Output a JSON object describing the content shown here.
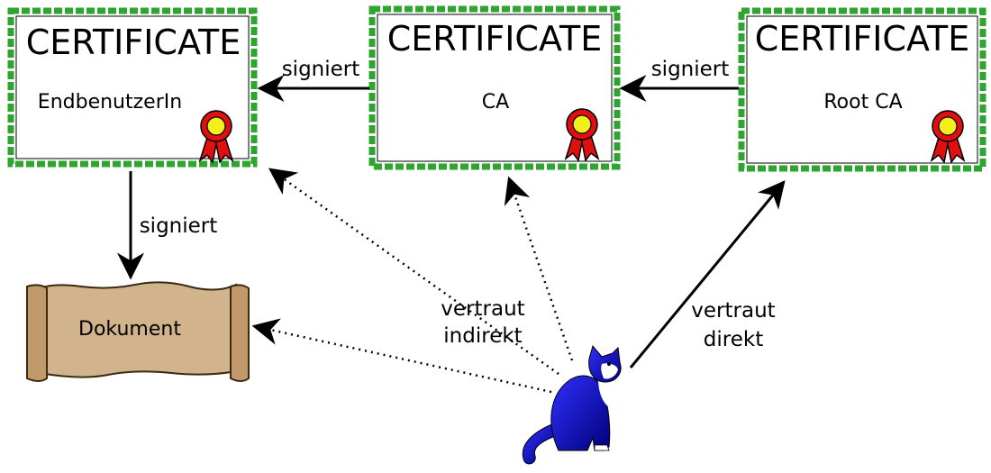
{
  "certificates": [
    {
      "title": "CERTIFICATE",
      "name": "EndbenutzerIn"
    },
    {
      "title": "CERTIFICATE",
      "name": "CA"
    },
    {
      "title": "CERTIFICATE",
      "name": "Root CA"
    }
  ],
  "document": {
    "label": "Dokument"
  },
  "edges": {
    "signs_ca_to_user": "signiert",
    "signs_root_to_ca": "signiert",
    "signs_user_to_document": "signiert",
    "trust_indirect_line1": "vertraut",
    "trust_indirect_line2": "indirekt",
    "trust_direct_line1": "vertraut",
    "trust_direct_line2": "direkt"
  },
  "colors": {
    "frame_green": "#2ea52e",
    "seal_red": "#e01010",
    "seal_yellow": "#f2ef1a",
    "scroll_fill": "#d2b48c",
    "cat_blue": "#0a0ab0"
  }
}
